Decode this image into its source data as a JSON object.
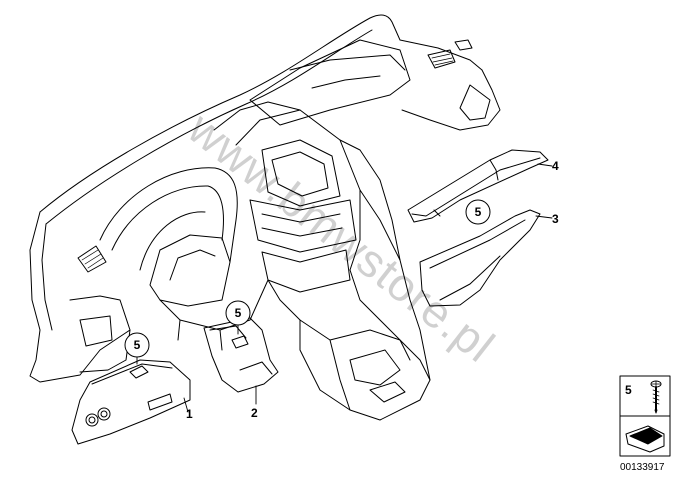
{
  "watermark": "www.bmwstore.pl",
  "callouts": {
    "part_1": "1",
    "part_2": "2",
    "part_3": "3",
    "part_4": "4"
  },
  "circled_refs": {
    "left_cover": "5",
    "middle_cover": "5",
    "right_trim": "5"
  },
  "legend": {
    "item_number": "5",
    "diagram_code": "00133917"
  }
}
